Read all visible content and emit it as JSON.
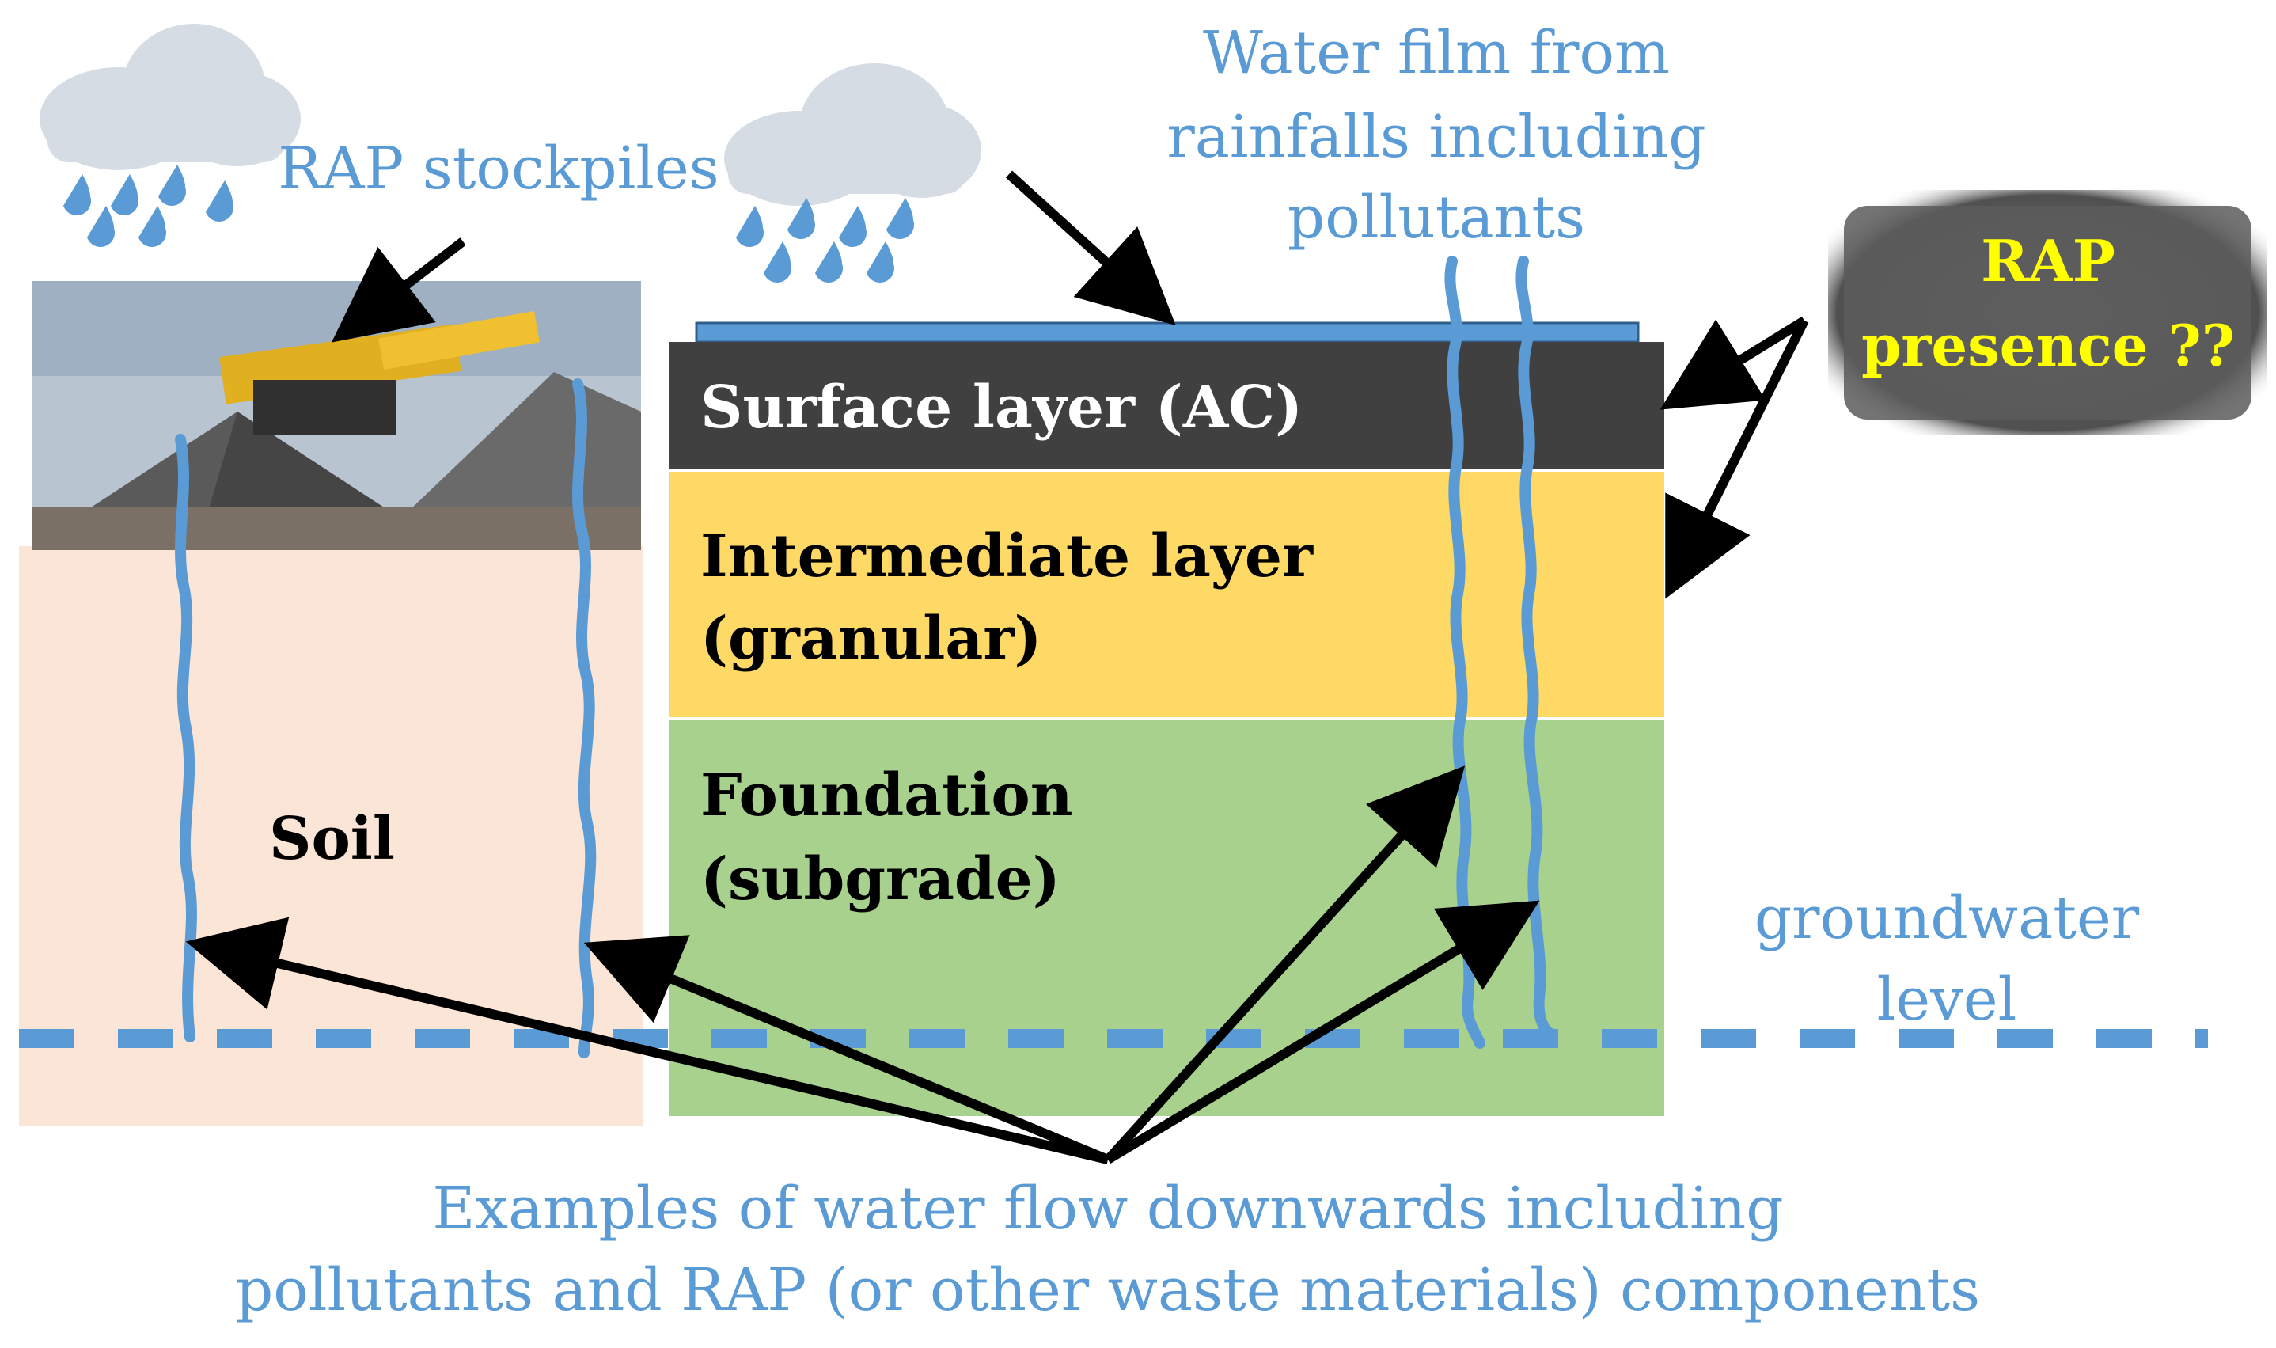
{
  "labels": {
    "rap_stockpiles": "RAP stockpiles",
    "water_film_line1": "Water film from",
    "water_film_line2": "rainfalls including",
    "water_film_line3": "pollutants",
    "rap_presence_line1": "RAP",
    "rap_presence_line2": "presence ??",
    "surface_layer": "Surface layer (AC)",
    "intermediate_line1": "Intermediate layer",
    "intermediate_line2": "(granular)",
    "foundation_line1": "Foundation",
    "foundation_line2": "(subgrade)",
    "soil": "Soil",
    "groundwater_line1": "groundwater",
    "groundwater_line2": "level",
    "bottom_line1": "Examples of water flow downwards including",
    "bottom_line2": "pollutants and RAP (or other waste materials) components"
  },
  "colors": {
    "water_blue": "#5b9bd5",
    "cloud": "#d6dce4",
    "surface_layer": "#404040",
    "intermediate_layer": "#ffd966",
    "foundation_layer": "#a9d18e",
    "soil": "#fbe5d6",
    "rap_presence_text": "#ffff00",
    "arrow": "#000000"
  },
  "icons": [
    "cloud-rain-icon",
    "stockpile-photo",
    "rap-sample-photo"
  ]
}
